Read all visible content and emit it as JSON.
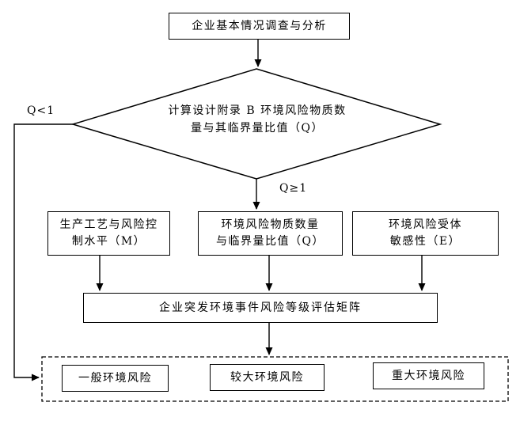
{
  "colors": {
    "line": "#000000",
    "background": "#ffffff",
    "text": "#000000"
  },
  "nodes": {
    "survey": {
      "label": "企业基本情况调查与分析"
    },
    "decision": {
      "line1": "计算设计附录 B 环境风险物质数",
      "line2": "量与其临界量比值（Q）"
    },
    "factor_m": {
      "line1": "生产工艺与风险控",
      "line2": "制水平（M）"
    },
    "factor_q": {
      "line1": "环境风险物质数量",
      "line2": "与临界量比值（Q）"
    },
    "factor_e": {
      "line1": "环境风险受体",
      "line2": "敏感性（E）"
    },
    "matrix": {
      "label": "企业突发环境事件风险等级评估矩阵"
    },
    "outcome_general": {
      "label": "一般环境风险"
    },
    "outcome_larger": {
      "label": "较大环境风险"
    },
    "outcome_major": {
      "label": "重大环境风险"
    }
  },
  "branch_labels": {
    "q_less": "Q<1",
    "q_greater": "Q≥1"
  }
}
